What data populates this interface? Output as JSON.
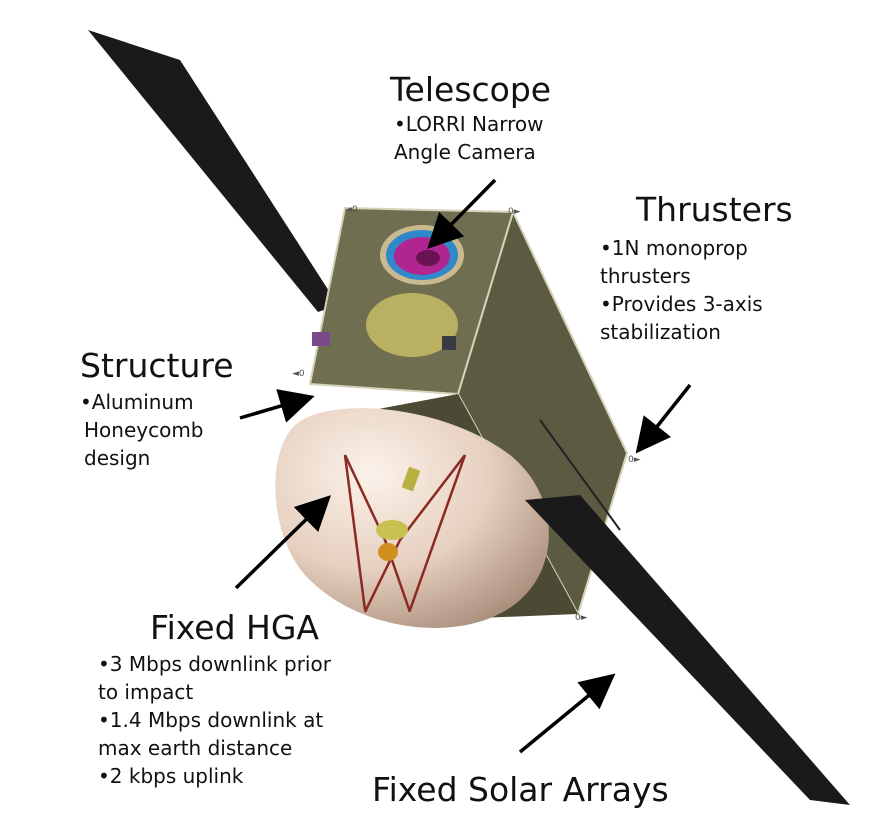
{
  "colors": {
    "solar_panel": "#1a1a1a",
    "body_front": "#6f6e50",
    "body_side": "#5c5a40",
    "body_top": "#8a8766",
    "edge": "#d4d2b8",
    "arrow": "#000000"
  },
  "callouts": {
    "telescope": {
      "title": "Telescope",
      "bullets": [
        "LORRI Narrow",
        "Angle Camera"
      ]
    },
    "thrusters": {
      "title": "Thrusters",
      "bullets": [
        "1N monoprop",
        "thrusters",
        "Provides 3-axis",
        "stabilization"
      ]
    },
    "structure": {
      "title": "Structure",
      "bullets": [
        "Aluminum",
        "Honeycomb",
        "design"
      ]
    },
    "hga": {
      "title": "Fixed HGA",
      "bullets": [
        "3 Mbps downlink prior",
        "to impact",
        "1.4 Mbps downlink at",
        "max earth distance",
        "2 kbps uplink"
      ]
    },
    "solar": {
      "title": "Fixed Solar Arrays"
    }
  }
}
